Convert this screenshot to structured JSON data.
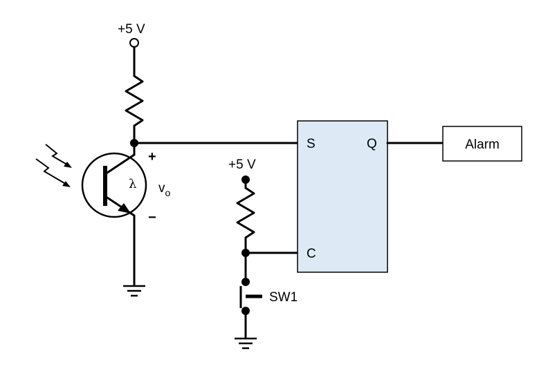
{
  "labels": {
    "supply_top": "+5 V",
    "supply_mid": "+5 V",
    "set_input": "S",
    "output_q": "Q",
    "clear_input": "C",
    "alarm": "Alarm",
    "switch": "SW1",
    "lambda": "λ",
    "vo_main": "v",
    "vo_sub": "o",
    "plus": "+",
    "minus": "−"
  },
  "colors": {
    "flipflop_fill": "#ddeaf6",
    "line": "#000000",
    "background": "#ffffff"
  }
}
